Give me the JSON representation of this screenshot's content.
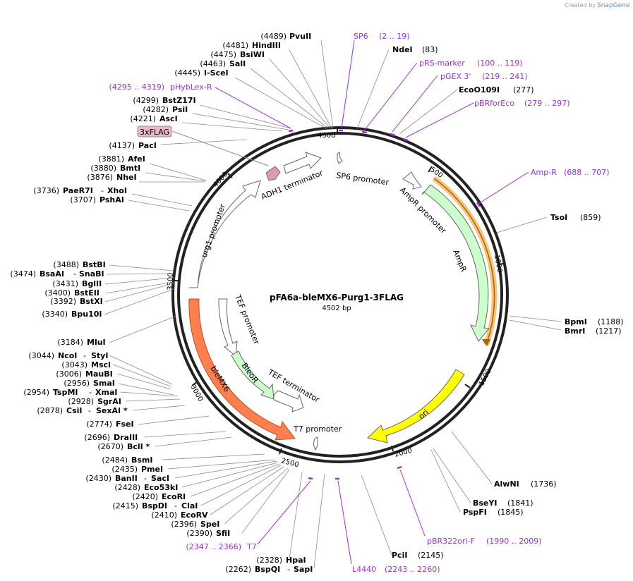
{
  "credit": {
    "prefix": "Created by",
    "brand": "SnapGene"
  },
  "plasmid": {
    "name": "pFA6a-bleMX6-Purg1-3FLAG",
    "size_label": "4502 bp"
  },
  "ticks": [
    "500",
    "1000",
    "1500",
    "2000",
    "2500",
    "3000",
    "3500",
    "4000",
    "4500"
  ],
  "sites": {
    "pvuII": {
      "pos": "(4489)",
      "name": "PvuII"
    },
    "hindIII": {
      "pos": "(4481)",
      "name": "HindIII"
    },
    "bsiWI": {
      "pos": "(4475)",
      "name": "BsiWI"
    },
    "salI": {
      "pos": "(4463)",
      "name": "SalI"
    },
    "isceI": {
      "pos": "(4445)",
      "name": "I-SceI"
    },
    "bstZ17I": {
      "pos": "(4299)",
      "name": "BstZ17I"
    },
    "psiI": {
      "pos": "(4282)",
      "name": "PsiI"
    },
    "ascI": {
      "pos": "(4221)",
      "name": "AscI"
    },
    "pacI": {
      "pos": "(4137)",
      "name": "PacI"
    },
    "afeI": {
      "pos": "(3881)",
      "name": "AfeI"
    },
    "bmtI": {
      "pos": "(3880)",
      "name": "BmtI"
    },
    "nheI": {
      "pos": "(3876)",
      "name": "NheI"
    },
    "paeR7I": {
      "pos": "(3736)",
      "name": "PaeR7I",
      "name2": "XhoI"
    },
    "pshAI": {
      "pos": "(3707)",
      "name": "PshAI"
    },
    "bstBI": {
      "pos": "(3488)",
      "name": "BstBI"
    },
    "bsaAI": {
      "pos": "(3474)",
      "name": "BsaAI",
      "name2": "SnaBI"
    },
    "bglII": {
      "pos": "(3431)",
      "name": "BglII"
    },
    "bstEII": {
      "pos": "(3400)",
      "name": "BstEII"
    },
    "bstXI": {
      "pos": "(3392)",
      "name": "BstXI"
    },
    "bpu10I": {
      "pos": "(3340)",
      "name": "Bpu10I"
    },
    "mluI": {
      "pos": "(3184)",
      "name": "MluI"
    },
    "ncoI": {
      "pos": "(3044)",
      "name": "NcoI",
      "name2": "StyI"
    },
    "mscI": {
      "pos": "(3043)",
      "name": "MscI"
    },
    "mauBI": {
      "pos": "(3006)",
      "name": "MauBI"
    },
    "smaI": {
      "pos": "(2956)",
      "name": "SmaI"
    },
    "tspMI": {
      "pos": "(2954)",
      "name": "TspMI",
      "name2": "XmaI"
    },
    "sgrAI": {
      "pos": "(2928)",
      "name": "SgrAI"
    },
    "csiI": {
      "pos": "(2878)",
      "name": "CsiI",
      "name2": "SexAI *"
    },
    "fseI": {
      "pos": "(2774)",
      "name": "FseI"
    },
    "draIII": {
      "pos": "(2696)",
      "name": "DraIII"
    },
    "bclI": {
      "pos": "(2670)",
      "name": "BclI *"
    },
    "bsmI": {
      "pos": "(2484)",
      "name": "BsmI"
    },
    "pmeI": {
      "pos": "(2435)",
      "name": "PmeI"
    },
    "banII": {
      "pos": "(2430)",
      "name": "BanII",
      "name2": "SacI"
    },
    "eco53kI": {
      "pos": "(2428)",
      "name": "Eco53kI"
    },
    "ecoRI": {
      "pos": "(2420)",
      "name": "EcoRI"
    },
    "bspDI": {
      "pos": "(2415)",
      "name": "BspDI",
      "name2": "ClaI"
    },
    "ecoRV": {
      "pos": "(2410)",
      "name": "EcoRV"
    },
    "speI": {
      "pos": "(2396)",
      "name": "SpeI"
    },
    "sfiI": {
      "pos": "(2390)",
      "name": "SfiI"
    },
    "hpaI": {
      "pos": "(2328)",
      "name": "HpaI"
    },
    "bspQI": {
      "pos": "(2262)",
      "name": "BspQI",
      "name2": "SapI"
    },
    "ndeI": {
      "name": "NdeI",
      "pos": "(83)"
    },
    "eco0109I": {
      "name": "EcoO109I",
      "pos": "(277)"
    },
    "tsoI": {
      "name": "TsoI",
      "pos": "(859)"
    },
    "bpmI": {
      "name": "BpmI",
      "pos": "(1188)"
    },
    "bmrI": {
      "name": "BmrI",
      "pos": "(1217)"
    },
    "alwNI": {
      "name": "AlwNI",
      "pos": "(1736)"
    },
    "bseYI": {
      "name": "BseYI",
      "pos": "(1841)"
    },
    "pspFI": {
      "name": "PspFI",
      "pos": "(1845)"
    },
    "pciI": {
      "name": "PciI",
      "pos": "(2145)"
    }
  },
  "primers": {
    "sp6": {
      "name": "SP6",
      "range": "(2 .. 19)"
    },
    "rsMarker": {
      "name": "pRS-marker",
      "range": "(100 .. 119)"
    },
    "pgex3": {
      "name": "pGEX 3'",
      "range": "(219 .. 241)"
    },
    "pbrForEco": {
      "name": "pBRforEco",
      "range": "(279 .. 297)"
    },
    "ampR": {
      "name": "Amp-R",
      "range": "(688 .. 707)"
    },
    "pbr322ori": {
      "name": "pBR322ori-F",
      "range": "(1990 .. 2009)"
    },
    "l4440": {
      "name": "L4440",
      "range": "(2243 .. 2260)"
    },
    "t7": {
      "name": "T7",
      "range": "(2347 .. 2366)"
    },
    "phybLexR": {
      "name": "pHybLex-R",
      "range": "(4295 .. 4319)"
    }
  },
  "features": {
    "sp6Promoter": "SP6 promoter",
    "ampRPromoter": "AmpR promoter",
    "ampR": "AmpR",
    "ori": "ori",
    "t7Promoter": "T7 promoter",
    "bleMX6": "bleMX6",
    "tefPromoter": "TEF promoter",
    "bleoR": "BleoR",
    "tefTerminator": "TEF terminator",
    "urg1Promoter": "urg1 promoter",
    "adh1Terminator": "ADH1 terminator",
    "flag": "3xFLAG"
  },
  "colors": {
    "backbone": "#222222",
    "primer": "#9b30d9",
    "ampR": "#ccffcc",
    "ampRPrimerHighlight": "#f5c77e",
    "ori": "#ffff00",
    "bleMX6": "#ff7f4f",
    "bleoR": "#ccffcc",
    "flag": "#d89bb5"
  }
}
